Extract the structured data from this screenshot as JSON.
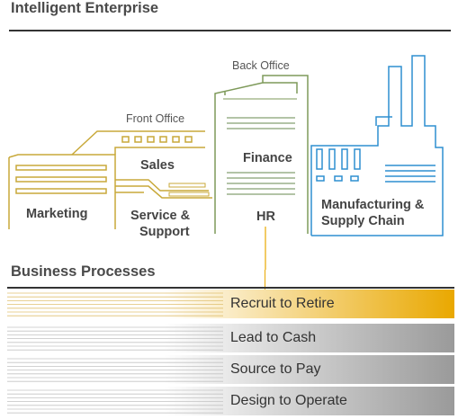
{
  "header": {
    "title": "Intelligent Enterprise"
  },
  "areas": {
    "front_office": "Front Office",
    "back_office": "Back Office",
    "marketing": "Marketing",
    "sales": "Sales",
    "service_line1": "Service &",
    "service_line2": "Support",
    "finance": "Finance",
    "hr": "HR",
    "manufacturing_line1": "Manufacturing &",
    "manufacturing_line2": "Supply Chain"
  },
  "business_processes": {
    "title": "Business Processes",
    "items": [
      {
        "label": "Recruit to Retire",
        "highlighted": true
      },
      {
        "label": "Lead to Cash",
        "highlighted": false
      },
      {
        "label": "Source to Pay",
        "highlighted": false
      },
      {
        "label": "Design to Operate",
        "highlighted": false
      }
    ]
  },
  "colors": {
    "front_office": "#c8a93a",
    "back_office": "#7e9a5a",
    "manufacturing": "#2e8fd0",
    "highlight": "#e9a800",
    "gray": "#9a9a9a"
  }
}
